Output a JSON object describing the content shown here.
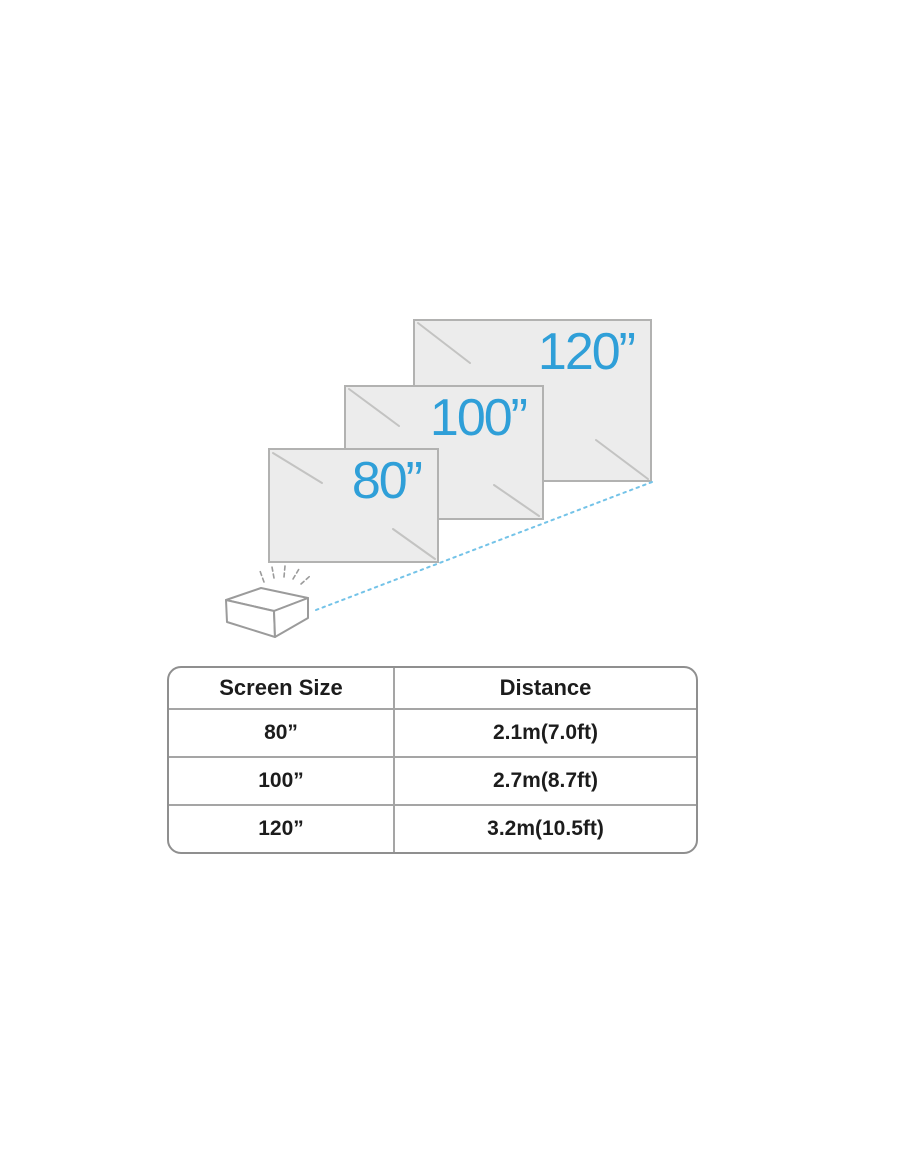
{
  "diagram": {
    "screens": [
      {
        "id": "screen-80",
        "label": "80”"
      },
      {
        "id": "screen-100",
        "label": "100”"
      },
      {
        "id": "screen-120",
        "label": "120”"
      }
    ],
    "icons": {
      "projector": "projector-icon",
      "light_rays": "light-rays-icon",
      "throw_beam": "throw-distance-beam-line"
    },
    "colors": {
      "accent_blue": "#2f9fd8",
      "beam_blue": "#74c3e8",
      "screen_fill": "#ececec",
      "screen_border": "#b2b2b1"
    }
  },
  "table": {
    "columns": [
      "Screen Size",
      "Distance"
    ],
    "rows": [
      {
        "size": "80”",
        "distance": "2.1m(7.0ft)"
      },
      {
        "size": "100”",
        "distance": "2.7m(8.7ft)"
      },
      {
        "size": "120”",
        "distance": "3.2m(10.5ft)"
      }
    ]
  }
}
